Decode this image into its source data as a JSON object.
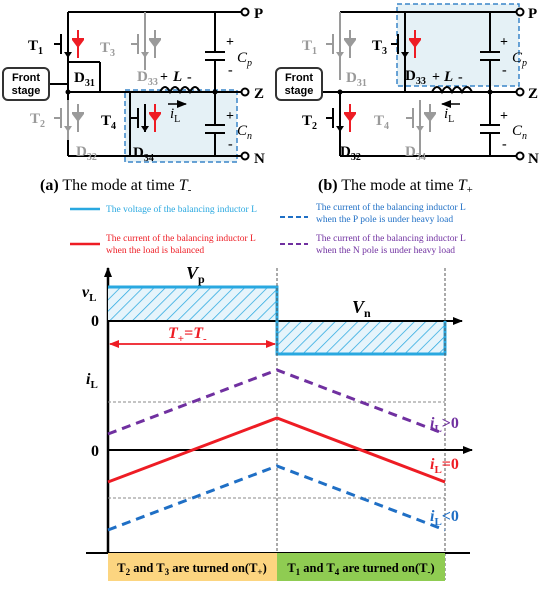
{
  "circuit_a": {
    "node_p": "P",
    "node_z": "Z",
    "node_n": "N",
    "t1": "T",
    "t1_sub": "1",
    "t2": "T",
    "t2_sub": "2",
    "t3": "T",
    "t3_sub": "3",
    "t4": "T",
    "t4_sub": "4",
    "d31": "D",
    "d31_sub": "31",
    "d32": "D",
    "d32_sub": "32",
    "d33": "D",
    "d33_sub": "33",
    "d34": "D",
    "d34_sub": "34",
    "cp": "C",
    "cp_sub": "p",
    "cn": "C",
    "cn_sub": "n",
    "inductor": "L",
    "plus": "+",
    "minus": "-",
    "il": "i",
    "il_sub": "L",
    "front_line1": "Front",
    "front_line2": "stage",
    "caption_label": "(a)",
    "caption_text": " The mode at time ",
    "caption_t": "T",
    "caption_sub": "-"
  },
  "circuit_b": {
    "node_p": "P",
    "node_z": "Z",
    "node_n": "N",
    "t1": "T",
    "t1_sub": "1",
    "t2": "T",
    "t2_sub": "2",
    "t3": "T",
    "t3_sub": "3",
    "t4": "T",
    "t4_sub": "4",
    "d31": "D",
    "d31_sub": "31",
    "d32": "D",
    "d32_sub": "32",
    "d33": "D",
    "d33_sub": "33",
    "d34": "D",
    "d34_sub": "34",
    "cp": "C",
    "cp_sub": "p",
    "cn": "C",
    "cn_sub": "n",
    "inductor": "L",
    "plus": "+",
    "minus": "-",
    "il": "i",
    "il_sub": "L",
    "front_line1": "Front",
    "front_line2": "stage",
    "caption_label": "(b)",
    "caption_text": " The mode at time ",
    "caption_t": "T",
    "caption_sub": "+"
  },
  "legend": {
    "voltage": "The voltage of the balancing inductor L",
    "current_p_heavy_1": "The current of the balancing inductor L",
    "current_p_heavy_2": "when the P pole is under heavy load",
    "current_balanced_1": "The current of the balancing inductor L",
    "current_balanced_2": "when the load is balanced",
    "current_n_heavy_1": "The current of the balancing inductor L",
    "current_n_heavy_2": "when the N pole is under heavy load"
  },
  "waveform": {
    "vl": "v",
    "vl_sub": "L",
    "zero_v": "0",
    "vp": "V",
    "vp_sub": "p",
    "vn": "V",
    "vn_sub": "n",
    "period_eq_a": "T",
    "period_eq_a_sub": "+",
    "period_eq_mid": "=",
    "period_eq_b": "T",
    "period_eq_b_sub": "-",
    "il": "i",
    "il_sub": "L",
    "zero_i": "0",
    "il_gt": "i",
    "il_gt_sub": "L",
    "il_gt_rest": ">0",
    "il_eq": "i",
    "il_eq_sub": "L",
    "il_eq_rest": "=0",
    "il_lt": "i",
    "il_lt_sub": "L",
    "il_lt_rest": "<0",
    "bar_left": "T",
    "bar_left_2": "2",
    "bar_left_3": " and T",
    "bar_left_4": "3",
    "bar_left_5": " are turned on(T",
    "bar_left_6": "+",
    "bar_left_7": ")",
    "bar_right": "T",
    "bar_right_2": "1",
    "bar_right_3": " and T",
    "bar_right_4": "4",
    "bar_right_5": " are turned on(T",
    "bar_right_6": "-",
    "bar_right_7": ")"
  },
  "colors": {
    "voltage": "#29a8e0",
    "balanced": "#ee1c24",
    "p_heavy": "#1f6fc5",
    "n_heavy": "#7030a0",
    "hatch": "#29a8e0",
    "bar_left": "#fcd580",
    "bar_right": "#8fcc52",
    "dashed_box": "#3a86c8",
    "box_fill": "#e5f1f6"
  }
}
